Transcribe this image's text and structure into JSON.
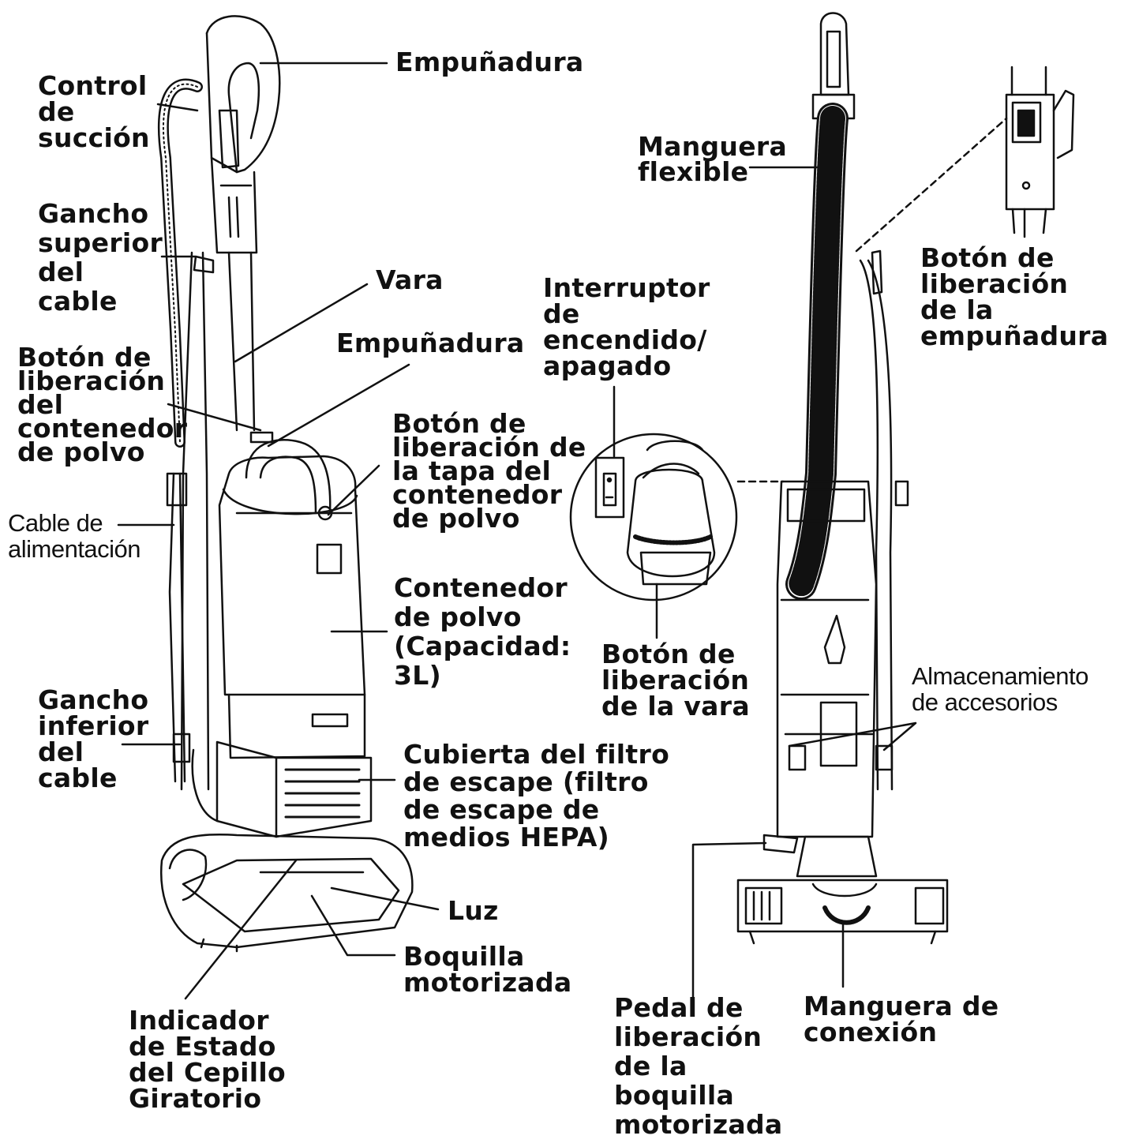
{
  "diagram": {
    "labels": {
      "empunadura_top": "Empuñadura",
      "control_succion": "Control\nde\nsucción",
      "gancho_superior": "Gancho\nsuperior\ndel\ncable",
      "vara": "Vara",
      "empunadura_mid": "Empuñadura",
      "boton_contenedor": "Botón de\nliberación\ndel\ncontenedor\nde polvo",
      "boton_tapa": "Botón de\nliberación de\nla tapa del\ncontenedor\nde polvo",
      "cable_alimentacion": "Cable de\nalimentación",
      "contenedor": "Contenedor\nde polvo\n(Capacidad:\n3L)",
      "gancho_inferior": "Gancho\ninferior\ndel\ncable",
      "cubierta_filtro": "Cubierta del filtro\nde escape (filtro\nde escape de\nmedios HEPA)",
      "luz": "Luz",
      "boquilla": "Boquilla\nmotorizada",
      "indicador": "Indicador\nde Estado\ndel Cepillo\nGiratorio",
      "manguera_flexible": "Manguera\nflexible",
      "interruptor": "Interruptor\nde\nencendido/\napagado",
      "boton_vara": "Botón de\nliberación\nde la vara",
      "boton_empunadura": "Botón de\nliberación\nde la\nempuñadura",
      "almacenamiento": "Almacenamiento\nde accesorios",
      "pedal": "Pedal de\nliberación\nde la\nboquilla\nmotorizada",
      "manguera_conexion": "Manguera de\nconexión"
    },
    "colors": {
      "ink": "#111111",
      "background": "#ffffff",
      "shade": "#d9d9d9"
    }
  }
}
